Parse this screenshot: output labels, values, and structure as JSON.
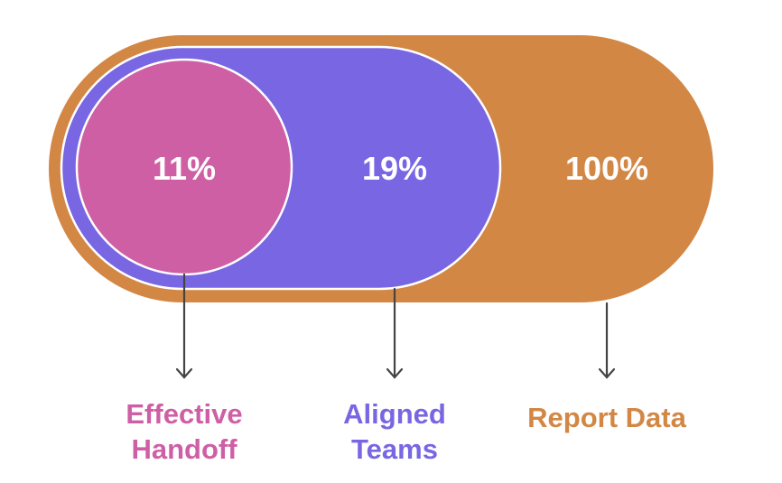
{
  "diagram": {
    "colors": {
      "outer": "#D38744",
      "middle": "#7866E3",
      "inner": "#CF5FA5",
      "stroke": "#ffffff",
      "arrow": "#444444"
    },
    "items": [
      {
        "value": "11%",
        "label_line1": "Effective",
        "label_line2": "Handoff",
        "color": "#CF5FA5"
      },
      {
        "value": "19%",
        "label_line1": "Aligned",
        "label_line2": "Teams",
        "color": "#7866E3"
      },
      {
        "value": "100%",
        "label_line1": "Report Data",
        "label_line2": "",
        "color": "#D38744"
      }
    ]
  }
}
